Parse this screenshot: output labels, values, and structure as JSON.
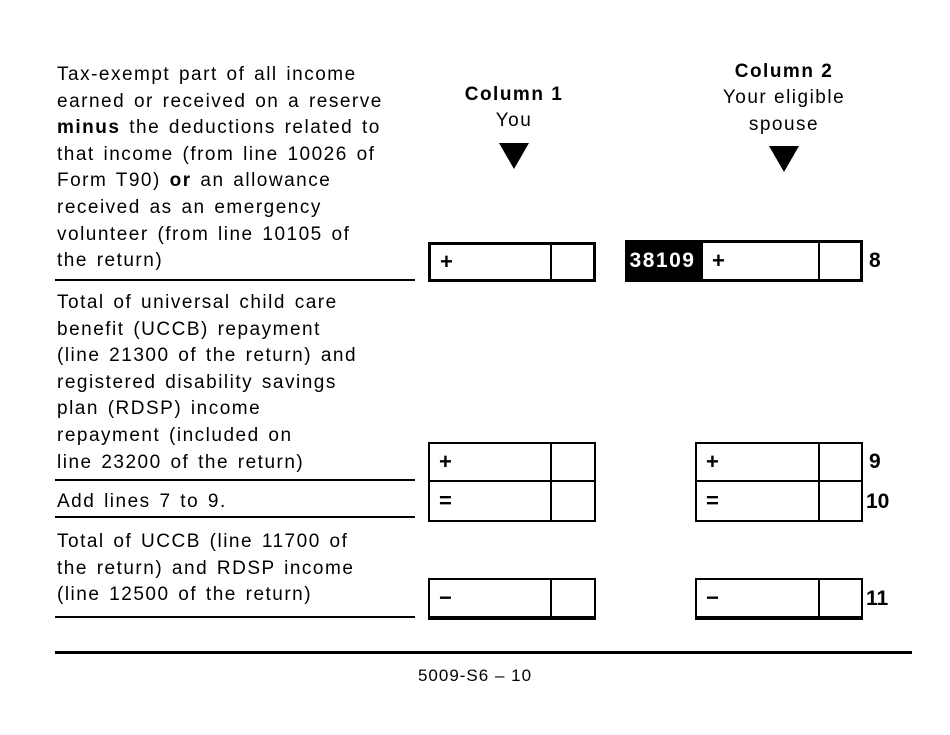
{
  "page": {
    "paper_color": "#ffffff",
    "ink_color": "#000000",
    "footer_text": "5009-S6 – 10"
  },
  "columns": {
    "col1": {
      "title": "Column 1",
      "subtitle": "You"
    },
    "col2": {
      "title": "Column 2",
      "subtitle_line1": "Your eligible",
      "subtitle_line2": "spouse"
    }
  },
  "icons": {
    "column_pointer": "down-triangle"
  },
  "label_blocks": [
    {
      "name": "line8-description",
      "lines": [
        [
          {
            "t": "Tax-exempt part of all income"
          }
        ],
        [
          {
            "t": "earned or received on a reserve"
          }
        ],
        [
          {
            "t": "minus",
            "b": true
          },
          {
            "t": " the deductions related to"
          }
        ],
        [
          {
            "t": "that income (from line 10026 of"
          }
        ],
        [
          {
            "t": "Form T90) "
          },
          {
            "t": "or",
            "b": true
          },
          {
            "t": " an allowance"
          }
        ],
        [
          {
            "t": "received as an emergency"
          }
        ],
        [
          {
            "t": "volunteer (from line 10105 of"
          }
        ],
        [
          {
            "t": "the return)"
          }
        ]
      ]
    },
    {
      "name": "line9-description",
      "lines": [
        [
          {
            "t": "Total of universal child care"
          }
        ],
        [
          {
            "t": "benefit (UCCB) repayment"
          }
        ],
        [
          {
            "t": "(line 21300 of the return) and"
          }
        ],
        [
          {
            "t": "registered disability savings"
          }
        ],
        [
          {
            "t": "plan (RDSP) income"
          }
        ],
        [
          {
            "t": "repayment (included on"
          }
        ],
        [
          {
            "t": "line 23200 of the return)"
          }
        ]
      ]
    },
    {
      "name": "line10-description",
      "lines": [
        [
          {
            "t": "Add lines 7 to 9."
          }
        ]
      ]
    },
    {
      "name": "line11-description",
      "lines": [
        [
          {
            "t": "Total of UCCB (line 11700 of"
          }
        ],
        [
          {
            "t": "the return) and RDSP income"
          }
        ],
        [
          {
            "t": "(line 12500 of the return)"
          }
        ]
      ]
    }
  ],
  "amount_rows": [
    {
      "line_no": "8",
      "operator": "+",
      "field_code": "38109",
      "col1_value": "",
      "col2_value": ""
    },
    {
      "line_no": "9",
      "operator": "+",
      "col1_value": "",
      "col2_value": ""
    },
    {
      "line_no": "10",
      "operator": "=",
      "col1_value": "",
      "col2_value": ""
    },
    {
      "line_no": "11",
      "operator": "−",
      "col1_value": "",
      "col2_value": ""
    }
  ]
}
